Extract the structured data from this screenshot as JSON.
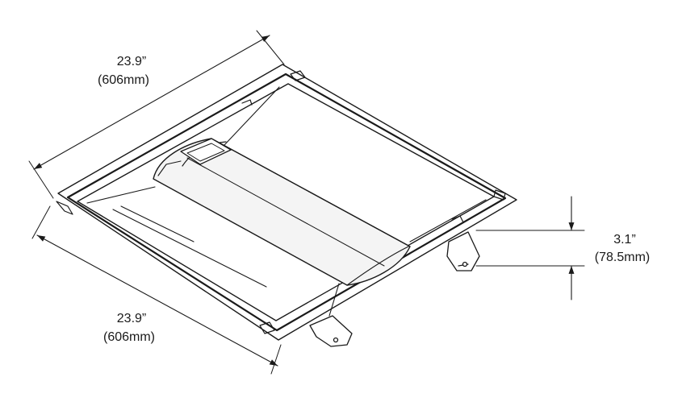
{
  "dimensions": {
    "top_width": {
      "inches": "23.9”",
      "mm": "(606mm)"
    },
    "bottom_depth": {
      "inches": "23.9”",
      "mm": "(606mm)"
    },
    "height": {
      "inches": "3.1”",
      "mm": "(78.5mm)"
    }
  },
  "colors": {
    "line": "#1a1a1a",
    "background": "#ffffff",
    "lens": "#f4f4f4"
  }
}
